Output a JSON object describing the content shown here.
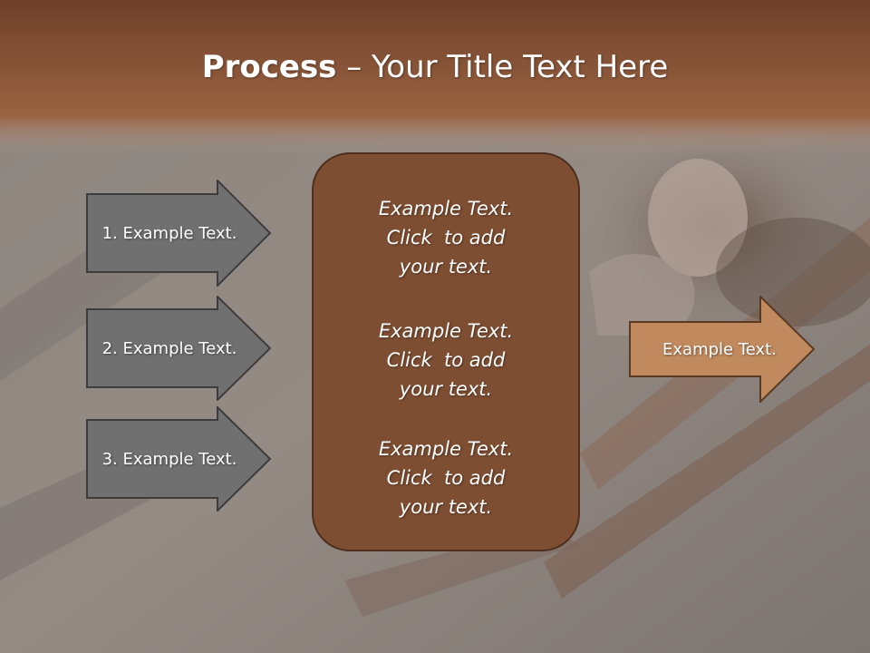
{
  "title": {
    "bold": "Process",
    "rest": " – Your Title Text Here"
  },
  "left_arrows": [
    {
      "label": "1. Example Text."
    },
    {
      "label": "2. Example Text."
    },
    {
      "label": "3. Example Text."
    }
  ],
  "center_blocks": [
    {
      "line1": "Example Text.",
      "line2": "Click  to add",
      "line3": "your text."
    },
    {
      "line1": "Example Text.",
      "line2": "Click  to add",
      "line3": "your text."
    },
    {
      "line1": "Example Text.",
      "line2": "Click  to add",
      "line3": "your text."
    }
  ],
  "right_arrow": {
    "label": "Example Text."
  },
  "colors": {
    "header": "#7a4a2e",
    "center_box": "#7e4e32",
    "left_arrow_fill": "#707070",
    "right_arrow_fill": "#c08a5e"
  }
}
